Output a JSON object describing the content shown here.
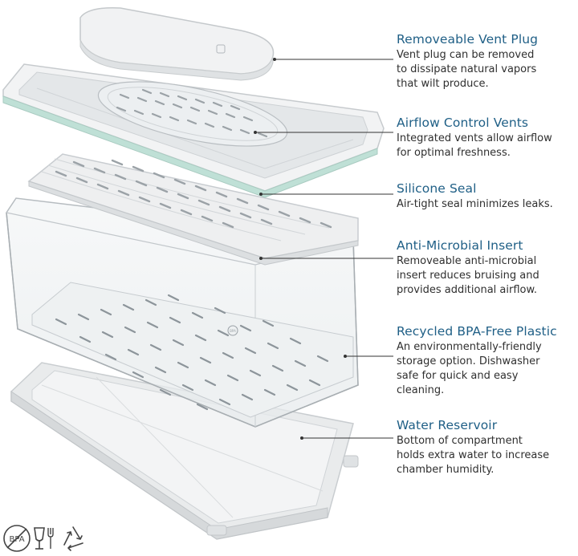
{
  "features": [
    {
      "title": "Removeable Vent Plug",
      "description": "Vent plug can be removed\nto dissipate natural vapors\nthat wilt produce."
    },
    {
      "title": "Airflow Control Vents",
      "description": "Integrated vents allow airflow\nfor optimal freshness."
    },
    {
      "title": "Silicone Seal",
      "description": "Air-tight seal minimizes leaks."
    },
    {
      "title": "Anti-Microbial Insert",
      "description": "Removeable anti-microbial\ninsert reduces bruising and\nprovides additional airflow."
    },
    {
      "title": "Recycled BPA-Free Plastic",
      "description": "An environmentally-friendly\nstorage option. Dishwasher\nsafe for quick and easy\ncleaning."
    },
    {
      "title": "Water Reservoir",
      "description": "Bottom of compartment\nholds extra water to increase\nchamber humidity."
    }
  ],
  "certifications": {
    "bpa_free": "BPA",
    "food_safe_icon": "glass-fork-icon",
    "recycle_icon": "recycle-icon"
  },
  "colors": {
    "title": "#1f5f86",
    "body_text": "#2f2f2f",
    "seal_green": "#bfe0d6",
    "leader_line": "#333333"
  }
}
